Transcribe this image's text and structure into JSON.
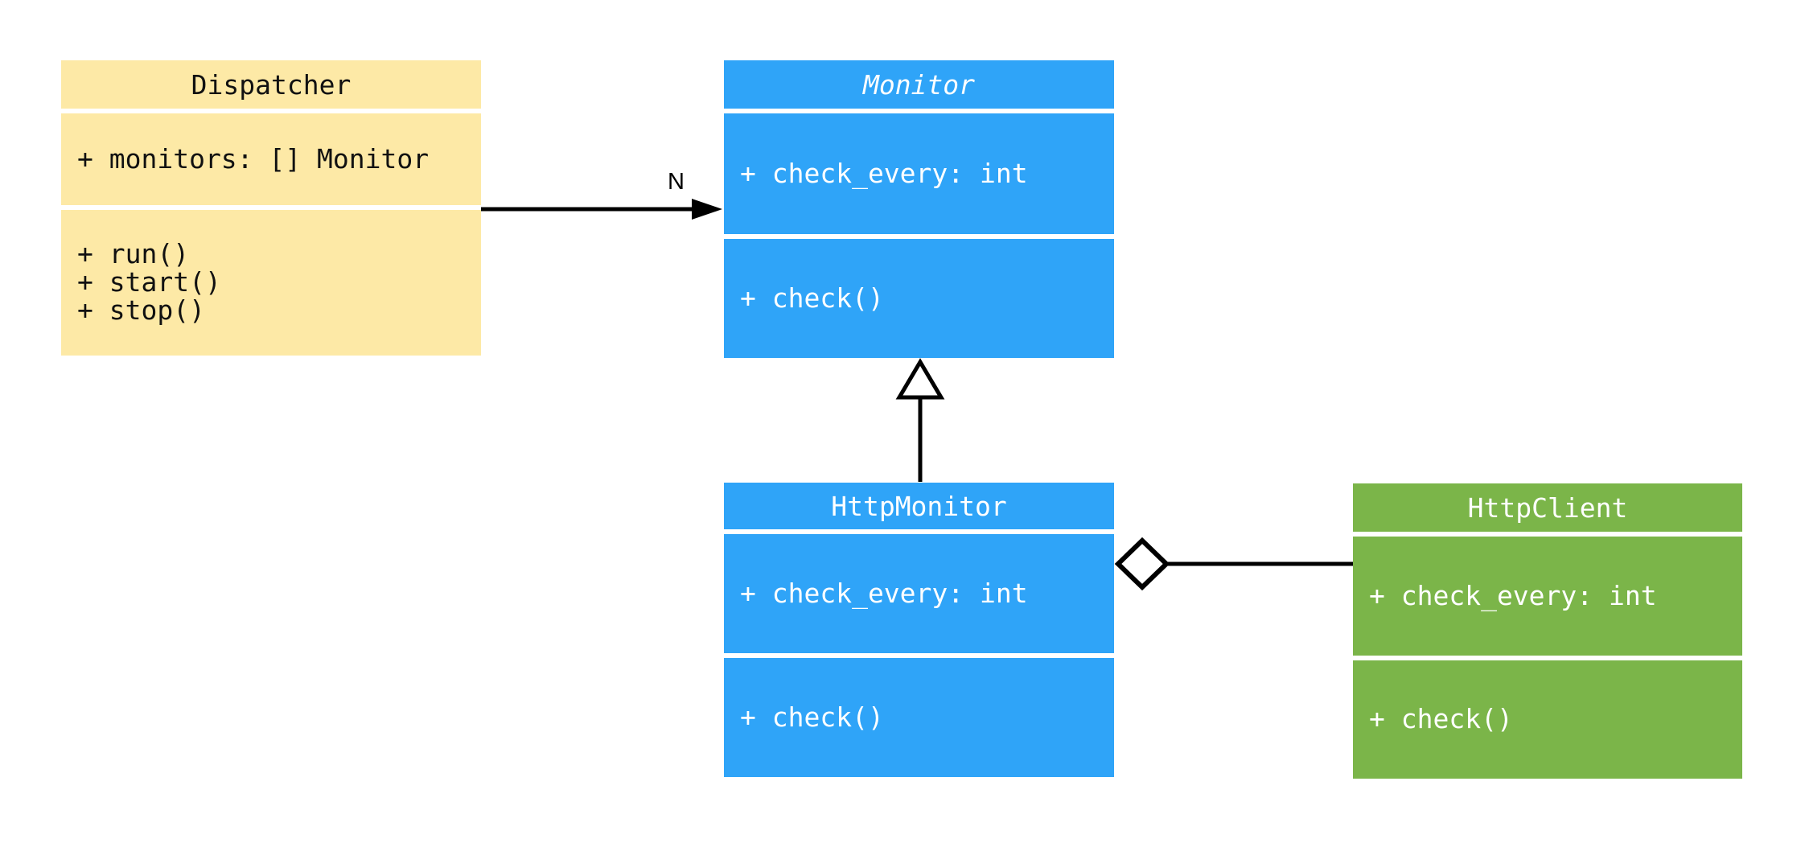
{
  "diagram": {
    "background": "#ffffff",
    "edge_color": "#000000",
    "separator_color": "#ffffff",
    "classes": [
      {
        "name": "Dispatcher",
        "abstract": false,
        "fill": "#FDE9A6",
        "text_color": "#111111",
        "attributes": [
          "+ monitors: [] Monitor"
        ],
        "methods": [
          "+ run()",
          "+ start()",
          "+ stop()"
        ]
      },
      {
        "name": "Monitor",
        "abstract": true,
        "fill": "#2FA4F8",
        "text_color": "#ffffff",
        "attributes": [
          "+ check_every: int"
        ],
        "methods": [
          "+ check()"
        ]
      },
      {
        "name": "HttpMonitor",
        "abstract": false,
        "fill": "#2FA4F8",
        "text_color": "#ffffff",
        "attributes": [
          "+ check_every: int"
        ],
        "methods": [
          "+ check()"
        ]
      },
      {
        "name": "HttpClient",
        "abstract": false,
        "fill": "#7BB549",
        "text_color": "#ffffff",
        "attributes": [
          "+ check_every: int"
        ],
        "methods": [
          "+ check()"
        ]
      }
    ],
    "relations": [
      {
        "type": "association",
        "from": "Dispatcher",
        "to": "Monitor",
        "label": "N"
      },
      {
        "type": "inheritance",
        "from": "HttpMonitor",
        "to": "Monitor",
        "label": ""
      },
      {
        "type": "aggregation",
        "from": "HttpMonitor",
        "to": "HttpClient",
        "label": ""
      }
    ]
  }
}
